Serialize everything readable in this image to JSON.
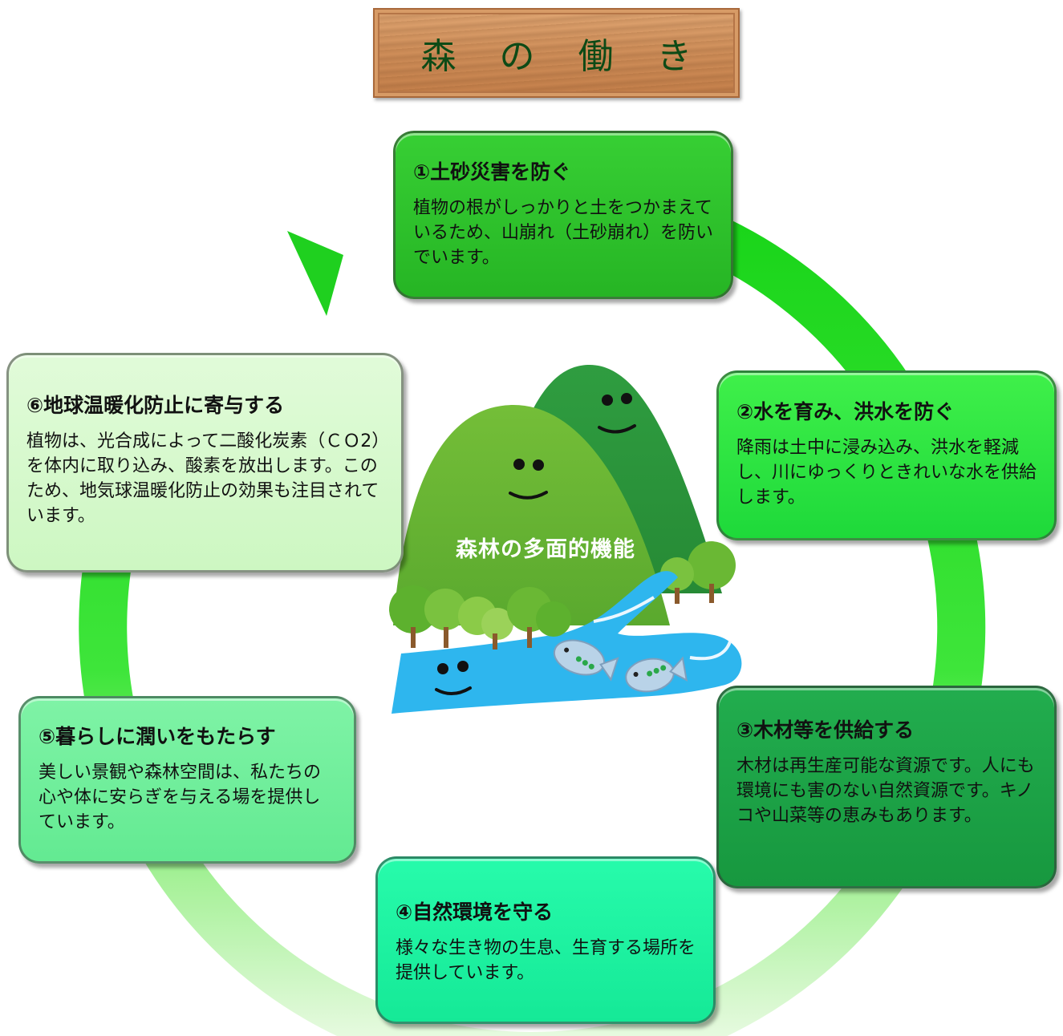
{
  "title": "森 の 働 き",
  "center_label": "森林の多面的機能",
  "cards": [
    {
      "title": "①土砂災害を防ぐ",
      "body": "植物の根がしっかりと土をつかまえているため、山崩れ（土砂崩れ）を防いでいます。"
    },
    {
      "title": "②水を育み、洪水を防ぐ",
      "body": "降雨は土中に浸み込み、洪水を軽減し、川にゆっくりときれいな水を供給します。"
    },
    {
      "title": "③木材等を供給する",
      "body": "木材は再生産可能な資源です。人にも環境にも害のない自然資源です。キノコや山菜等の恵みもあります。"
    },
    {
      "title": "④自然環境を守る",
      "body": "様々な生き物の生息、生育する場所を提供しています。"
    },
    {
      "title": "⑤暮らしに潤いをもたらす",
      "body": "美しい景観や森林空間は、私たちの心や体に安らぎを与える場を提供しています。"
    },
    {
      "title": "⑥地球温暖化防止に寄与する",
      "body": "植物は、光合成によって二酸化炭素（ＣＯ2）を体内に取り込み、酸素を放出します。このため、地気球温暖化防止の効果も注目されています。"
    }
  ],
  "colors": {
    "card1": "#2bc229",
    "card2": "#2fe643",
    "card3": "#1ca346",
    "card4": "#1ff2a1",
    "card5": "#70ee9c",
    "card6": "#d7f9ce",
    "ring_top": "#1fd61f",
    "ring_bottom": "#e8fae0",
    "river": "#2eb5ef",
    "mountain_front": "#69b733",
    "mountain_back": "#2f9a3f"
  }
}
